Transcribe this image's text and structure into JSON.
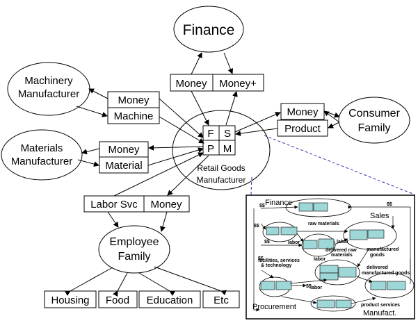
{
  "nodes": {
    "finance": "Finance",
    "machinery": [
      "Machinery",
      "Manufacturer"
    ],
    "materials": [
      "Materials",
      "Manufacturer"
    ],
    "consumer": [
      "Consumer",
      "Family"
    ],
    "employee": [
      "Employee",
      "Family"
    ],
    "retail": [
      "Retail Goods",
      "Manufacturer"
    ]
  },
  "boxes": {
    "money_finance": "Money",
    "money_plus": "Money+",
    "money_machine": "Money",
    "machine": "Machine",
    "money_material": "Money",
    "material": "Material",
    "money_consumer": "Money",
    "product": "Product",
    "labor_svc": "Labor Svc",
    "money_labor": "Money",
    "housing": "Housing",
    "food": "Food",
    "education": "Education",
    "etc": "Etc"
  },
  "fspm": {
    "f": "F",
    "s": "S",
    "p": "P",
    "m": "M"
  },
  "inset": {
    "finance": "Finance",
    "sales": "Sales",
    "procurement": "Procurement",
    "manufact": "Manufact.",
    "dollars": "$$",
    "raw_materials": "raw materials",
    "labor": "labor",
    "delivered_raw": [
      "delivered raw",
      "materials"
    ],
    "manufactured": [
      "manufactured",
      "goods"
    ],
    "facilities": [
      "facilities, services",
      "& technology"
    ],
    "delivered_mfg": [
      "delivered",
      "manufactured goods"
    ],
    "product_services": "product  services"
  }
}
